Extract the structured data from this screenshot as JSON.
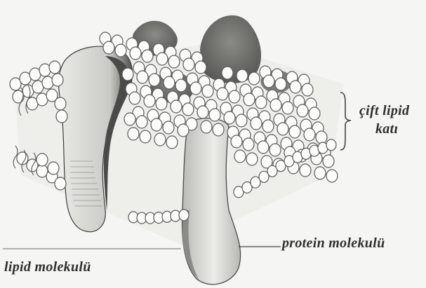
{
  "labels": {
    "bilayer_line1": "çift lipid",
    "bilayer_line2": "katı",
    "protein_molecule": "protein molekulü",
    "lipid_molecule": "lipid molekulü"
  },
  "colors": {
    "background": "#f5f5f3",
    "ink": "#2f2f2f",
    "protein_dark": "#6f6f6f",
    "protein_light": "#d8d8d4"
  }
}
